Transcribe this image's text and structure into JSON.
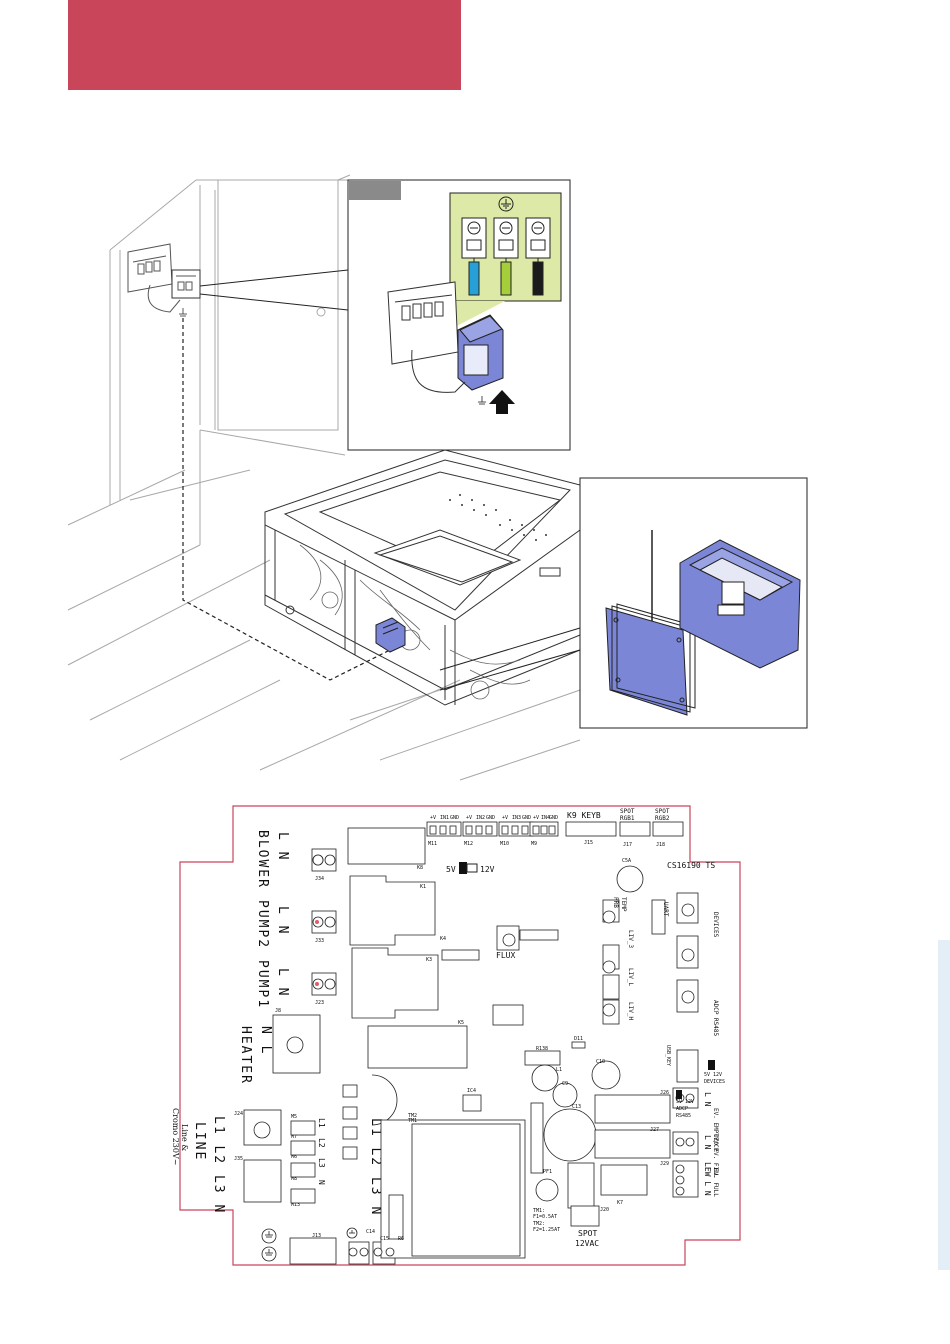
{
  "header": {
    "color": "#c9455a"
  },
  "colors": {
    "module_blue": "#7b86d6",
    "detail_bg": "#dde9a6",
    "board_outline": "#c9455a",
    "wire_blue": "#27a0d8",
    "wire_yellow_green": "#a4cf3a",
    "wire_black": "#1b1b1b"
  },
  "icons": {
    "earth": "earth-icon",
    "arrow_up": "arrow-up-icon"
  },
  "board": {
    "model": "CS16190 TS",
    "top_connectors": [
      "+V",
      "IN1",
      "GND",
      "+V",
      "IN2",
      "GND",
      "+V",
      "IN3",
      "GND",
      "+V",
      "IN4",
      "GND"
    ],
    "m_labels": [
      "M11",
      "M12",
      "M10",
      "M9"
    ],
    "k9_keyb": "K9  KEYB",
    "spot_rgb1": [
      "SPOT",
      "RGB1"
    ],
    "spot_rgb2": [
      "SPOT",
      "RGB2"
    ],
    "j15": "J15",
    "j17": "J17",
    "j18": "J18",
    "jumper_5v": "5V",
    "jumper_12v": "12V",
    "left_rows": [
      {
        "ln": "L  N",
        "name": "BLOWER",
        "jack": "J34"
      },
      {
        "ln": "L  N",
        "name": "PUMP2",
        "jack": "J33"
      },
      {
        "ln": "L  N",
        "name": "PUMP1",
        "jack": "J23"
      },
      {
        "ln": "N  L",
        "name": "HEATER",
        "jack": "J8"
      }
    ],
    "line_labels": [
      "L1 L2 L3 N",
      "LINE"
    ],
    "line_amp": "Line &",
    "cromo": "Cromo 230V~",
    "line_row2": [
      "L1",
      "L2",
      "L3",
      "N"
    ],
    "j24": "J24",
    "j35": "J35",
    "m_row": [
      "M5",
      "M7",
      "M6",
      "M8",
      "M13"
    ],
    "l1l2l3": "L1 L2 L3 N",
    "flux": "FLUX",
    "k1": "K1",
    "k3": "K3",
    "k5": "K5",
    "k4": "K4",
    "k7": "K7",
    "k8": "K8",
    "c5a": "C5A",
    "temp_prb": [
      "TEMP",
      "PRB"
    ],
    "liv3": "LIV_3",
    "liv_l": "LIV_L",
    "liv_h": "LIV_H",
    "uart": "UART",
    "devices": "DEVICES",
    "adcp_rs485": "ADCP RS485",
    "usb_key": "USB_KEY",
    "adcp_small": [
      "5V 12V",
      "ADCP",
      "RS485"
    ],
    "devices_small": [
      "5V 12V",
      "DEVICES"
    ],
    "right_rows": [
      "L  N",
      "EV. EMPTY/CP",
      "L  N",
      "OZO  EV. FILL",
      "LEW  L N",
      "EV. FULL"
    ],
    "ozo_label": "OZO",
    "r138": "R138",
    "d11": "D11",
    "l1": "L1",
    "c9": "C9",
    "c10": "C10",
    "c13": "C13",
    "ic4": "IC4",
    "tm2": "TM2",
    "tm1": "TM1",
    "pf1": "PF1",
    "tm1_fuse": "TM1:",
    "f1": "F1=0.5AT",
    "tm2_fuse": "TM2:",
    "f2": "F2=1.25AT",
    "spot_12vac": [
      "SPOT",
      "12VAC"
    ],
    "j20": "J20",
    "j13": "J13",
    "j26": "J26",
    "j27": "J27",
    "j29": "J29",
    "c14": "C14",
    "c15": "C15",
    "r6": "R6"
  }
}
